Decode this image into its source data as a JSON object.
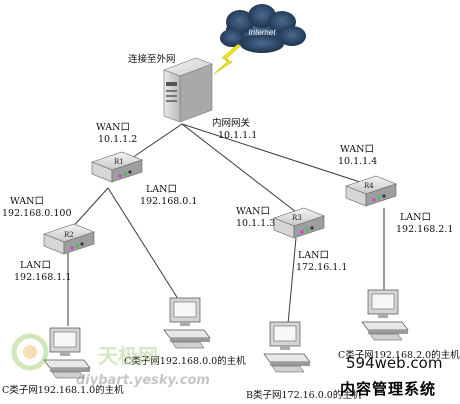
{
  "cloud": {
    "label": "Internet"
  },
  "gateway": {
    "caption": "连接至外网",
    "label": "内网网关",
    "ip": "10.1.1.1"
  },
  "routers": [
    {
      "name": "R1",
      "wan_label": "WAN口",
      "wan_ip": "10.1.1.2",
      "lan_label": "LAN口",
      "lan_ip": "192.168.0.1"
    },
    {
      "name": "R2",
      "wan_label": "WAN口",
      "wan_ip": "192.168.0.100",
      "lan_label": "LAN口",
      "lan_ip": "192.168.1.1"
    },
    {
      "name": "R3",
      "wan_label": "WAN口",
      "wan_ip": "10.1.1.3",
      "lan_label": "LAN口",
      "lan_ip": "172.16.1.1"
    },
    {
      "name": "R4",
      "wan_label": "WAN口",
      "wan_ip": "10.1.1.4",
      "lan_label": "LAN口",
      "lan_ip": "192.168.2.1"
    }
  ],
  "hosts": [
    {
      "label": "C类子网192.168.1.0的主机"
    },
    {
      "label": "C类子网192.168.0.0的主机"
    },
    {
      "label": "B类子网172.16.0.0的主机"
    },
    {
      "label": "C类子网192.168.2.0的主机"
    }
  ],
  "watermarks": {
    "site": "594web.com",
    "site_cn": "内容管理系统",
    "logo_text": "天极网",
    "logo_url": "diybart.yesky.com"
  }
}
